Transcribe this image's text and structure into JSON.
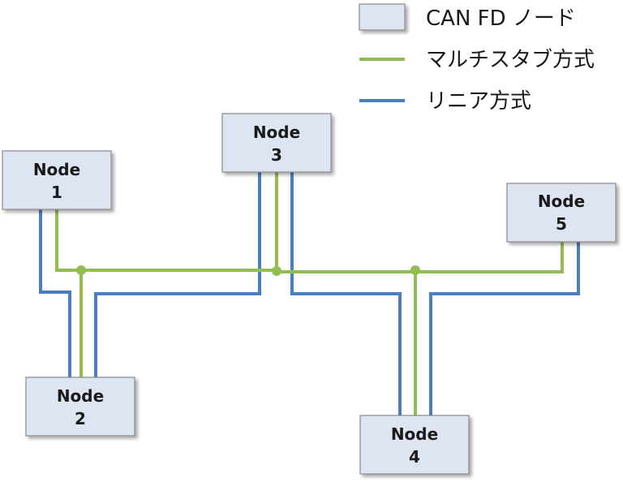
{
  "legend": {
    "node_label": "CAN FD ノード",
    "multistub_label": "マルチスタブ方式",
    "linear_label": "リニア方式"
  },
  "colors": {
    "node_fill": "#dde4f2",
    "node_border": "#8a8a8a",
    "linear": "#4a7ec0",
    "multistub": "#92bd50"
  },
  "nodes": [
    {
      "name": "Node",
      "num": "1"
    },
    {
      "name": "Node",
      "num": "2"
    },
    {
      "name": "Node",
      "num": "3"
    },
    {
      "name": "Node",
      "num": "4"
    },
    {
      "name": "Node",
      "num": "5"
    }
  ]
}
